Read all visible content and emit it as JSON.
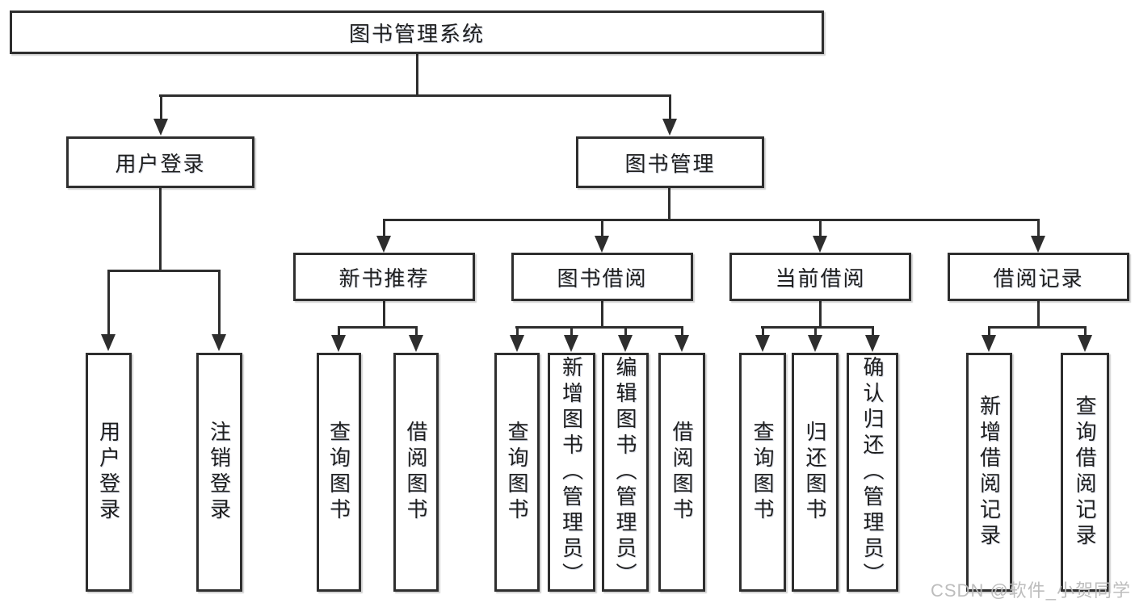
{
  "tree": {
    "label": "图书管理系统",
    "children": [
      {
        "label": "用户登录",
        "children": [
          {
            "label": "用户登录"
          },
          {
            "label": "注销登录"
          }
        ]
      },
      {
        "label": "图书管理",
        "children": [
          {
            "label": "新书推荐",
            "children": [
              {
                "label": "查询图书"
              },
              {
                "label": "借阅图书"
              }
            ]
          },
          {
            "label": "图书借阅",
            "children": [
              {
                "label": "查询图书"
              },
              {
                "label": "新增图书（管理员）"
              },
              {
                "label": "编辑图书（管理员）"
              },
              {
                "label": "借阅图书"
              }
            ]
          },
          {
            "label": "当前借阅",
            "children": [
              {
                "label": "查询图书"
              },
              {
                "label": "归还图书"
              },
              {
                "label": "确认归还（管理员）"
              }
            ]
          },
          {
            "label": "借阅记录",
            "children": [
              {
                "label": "新增借阅记录"
              },
              {
                "label": "查询借阅记录"
              }
            ]
          }
        ]
      }
    ]
  },
  "watermark": {
    "text": "CSDN @软件_小贺同学"
  },
  "colors": {
    "line": "#2e2e2e",
    "border": "#2e2e2e",
    "text": "#1f1f1f",
    "background": "#ffffff",
    "watermark": "#b9b9b9"
  }
}
